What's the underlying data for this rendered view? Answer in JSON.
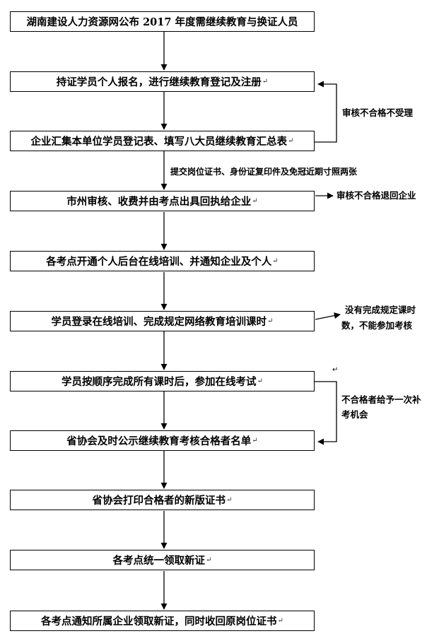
{
  "steps": [
    {
      "text": "湖南建设人力资源网公布 2017 年度需继续教育与换证人员"
    },
    {
      "text": "持证学员个人报名，进行继续教育登记及注册"
    },
    {
      "text": "企业汇集本单位学员登记表、填写八大员继续教育汇总表"
    },
    {
      "text": "市州审核、收费并由考点出具回执给企业"
    },
    {
      "text": "各考点开通个人后台在线培训、并通知企业及个人"
    },
    {
      "text": "学员登录在线培训、完成规定网络教育培训课时"
    },
    {
      "text": "学员按顺序完成所有课时后，参加在线考试"
    },
    {
      "text": "省协会及时公示继续教育考核合格者名单"
    },
    {
      "text": "省协会打印合格者的新版证书"
    },
    {
      "text": "各考点统一领取新证"
    },
    {
      "text": "各考点通知所属企业领取新证，同时收回原岗位证书"
    }
  ],
  "side_labels": {
    "reject_review": "审核不合格不受理",
    "submit_docs": "提交岗位证书、身份证复印件及免冠近期寸照两张",
    "reject_return": "审核不合格退回企业",
    "incomplete_line1": "没有完成规定课时",
    "incomplete_line2": "数，不能参加考核",
    "retake_line1": "不合格者给予一次补",
    "retake_line2": "考机会"
  },
  "paragraph_mark": "↵"
}
